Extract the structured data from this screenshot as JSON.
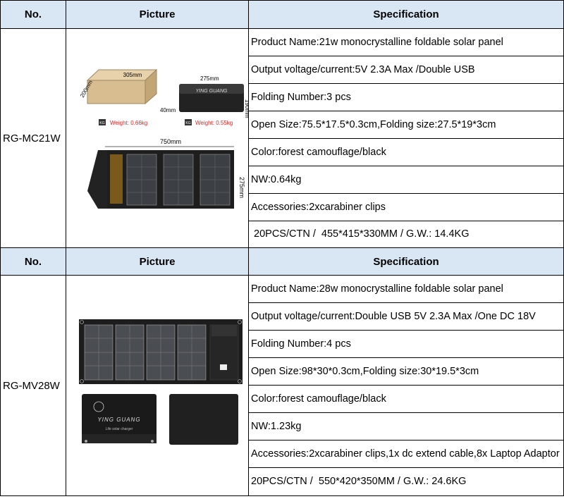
{
  "headers": {
    "no": "No.",
    "picture": "Picture",
    "spec": "Specification"
  },
  "products": [
    {
      "code": "RG-MC21W",
      "specs": [
        "Product Name:21w monocrystalline foldable solar panel",
        "Output voltage/current:5V 2.3A Max /Double  USB",
        "Folding Number:3 pcs",
        "Open Size:75.5*17.5*0.3cm,Folding size:27.5*19*3cm",
        "Color:forest camouflage/black",
        "NW:0.64kg",
        "Accessories:2xcarabiner clips",
        " 20PCS/CTN /  455*415*330MM / G.W.: 14.4KG"
      ],
      "picture": {
        "box_w": "305mm",
        "box_h": "200mm",
        "box_d": "40mm",
        "bag_w": "275mm",
        "bag_h": "190mm",
        "kg": "KG",
        "weight1": "Weight: 0.66kg",
        "weight2": "Weight: 0.55kg",
        "panel_w": "750mm",
        "panel_h": "275mm",
        "brand": "YING GUANG"
      }
    },
    {
      "code": "RG-MV28W",
      "specs": [
        "Product Name:28w monocrystalline foldable solar panel",
        "Output voltage/current:Double  USB 5V 2.3A Max /One DC 18V",
        "Folding Number:4 pcs",
        "Open Size:98*30*0.3cm,Folding size:30*19.5*3cm",
        "Color:forest camouflage/black",
        "NW:1.23kg",
        "Accessories:2xcarabiner clips,1x dc extend cable,8x Laptop Adaptor",
        "20PCS/CTN /  550*420*350MM / G.W.: 24.6KG"
      ],
      "picture": {
        "brand": "YING GUANG",
        "tagline": "Life solar charger"
      }
    }
  ]
}
